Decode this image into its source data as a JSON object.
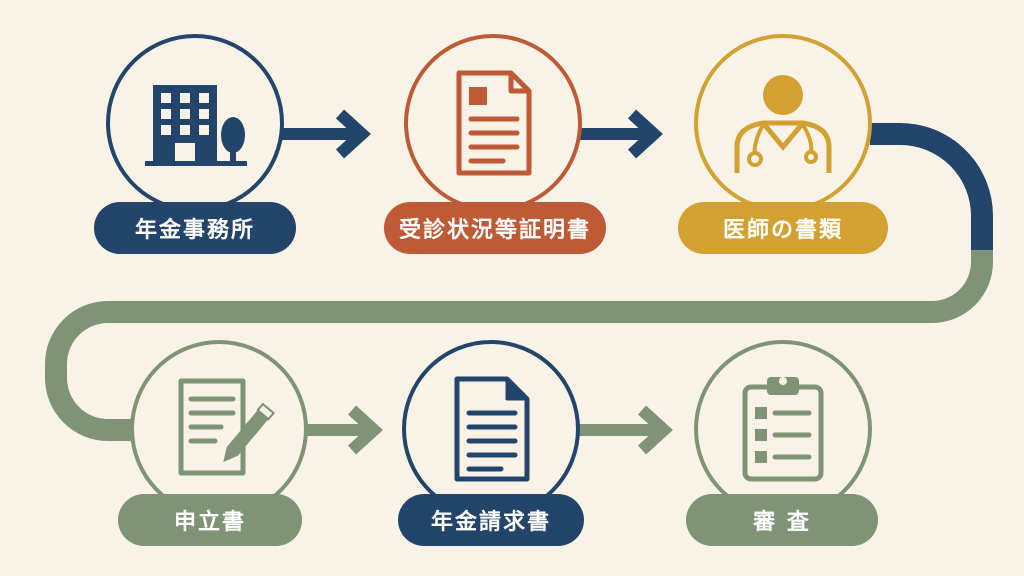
{
  "steps": [
    {
      "label": "年金事務所",
      "icon": "office-building-icon",
      "color": "#23456b"
    },
    {
      "label": "受診状況等証明書",
      "icon": "document-icon",
      "color": "#bf5a36"
    },
    {
      "label": "医師の書類",
      "icon": "doctor-icon",
      "color": "#d3a032"
    },
    {
      "label": "申立書",
      "icon": "form-with-pen-icon",
      "color": "#7f9477"
    },
    {
      "label": "年金請求書",
      "icon": "document-icon",
      "color": "#23456b"
    },
    {
      "label": "審 査",
      "icon": "clipboard-checklist-icon",
      "color": "#7f9477"
    }
  ],
  "colors": {
    "background": "#f8f3e6",
    "navy": "#23456b",
    "rust": "#bf5a36",
    "gold": "#d3a032",
    "sage": "#7f9477"
  }
}
